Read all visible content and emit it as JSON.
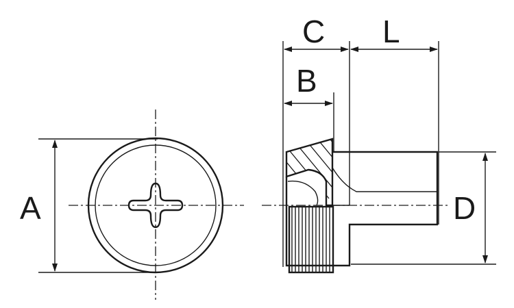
{
  "dimensions": {
    "a": "A",
    "b": "B",
    "c": "C",
    "d": "D",
    "l": "L"
  },
  "colors": {
    "line": "#1a1a1a",
    "background": "#ffffff"
  }
}
